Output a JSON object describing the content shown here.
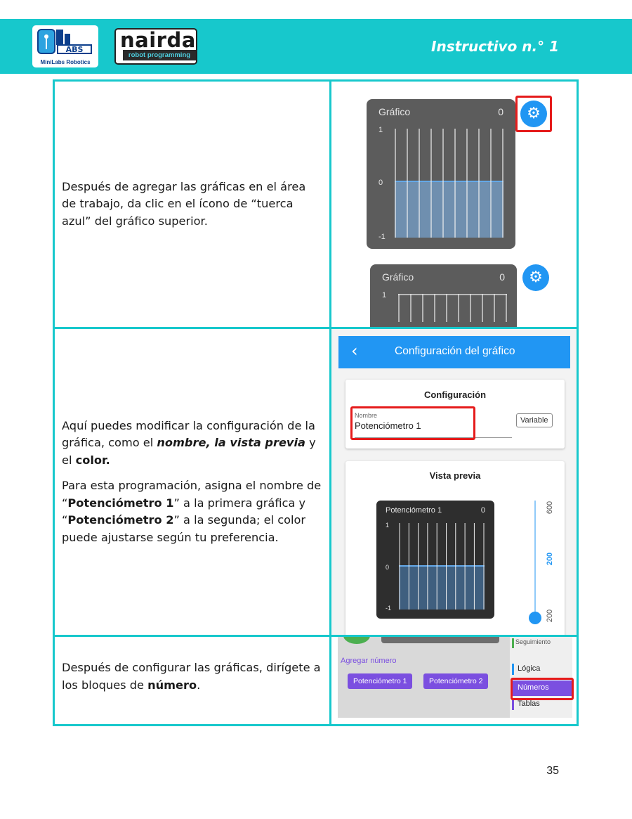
{
  "header": {
    "logo_minilabs_text": "MiniLabs Robotics",
    "logo_mark_text": "INI ABS",
    "logo_nairda_word": "nairda",
    "logo_nairda_tag": "robot programming",
    "title": "Instructivo n.° 1",
    "bg_color": "#17c8cc"
  },
  "rows": [
    {
      "text_parts": [
        "Después de agregar las gráficas en el área de trabajo, da clic en el ícono de “tuerca azul” del gráfico superior."
      ],
      "figure": {
        "graph_title": "Gráfico",
        "graph_value": "0",
        "y_labels": [
          "1",
          "0",
          "-1"
        ],
        "icon": "gear-icon"
      }
    },
    {
      "p1_a": "Aquí puedes modificar la configuración de la gráfica, como el ",
      "p1_b": "nombre, la vista previa",
      "p1_c": " y el ",
      "p1_d": "color.",
      "p2_a": "Para esta programación, asigna el nombre de “",
      "p2_b": "Potenciómetro 1",
      "p2_c": "” a la primera gráfica y “",
      "p2_d": "Potenciómetro 2",
      "p2_e": "” a la segunda; el color puede ajustarse según tu preferencia.",
      "figure": {
        "appbar_title": "Configuración del gráfico",
        "back_icon": "chevron-left-icon",
        "config_heading": "Configuración",
        "field_label": "Nombre",
        "field_value": "Potenciómetro 1",
        "variable_button": "Variable",
        "preview_heading": "Vista previa",
        "preview_title": "Potenciómetro 1",
        "preview_value": "0",
        "y_labels": [
          "1",
          "0",
          "-1"
        ],
        "slider_labels": [
          "600",
          "200",
          "200"
        ]
      }
    },
    {
      "p_a": "Después de configurar las gráficas, dirígete a los bloques de ",
      "p_b": "número",
      "p_c": ".",
      "figure": {
        "group_label": "Agregar número",
        "block_1": "Potenciómetro 1",
        "block_2": "Potenciómetro 2",
        "cat_top": "Seguimiento",
        "cat_logic": "Lógica",
        "cat_numbers": "Números",
        "cat_tables": "Tablas"
      }
    }
  ],
  "page_number": "35"
}
